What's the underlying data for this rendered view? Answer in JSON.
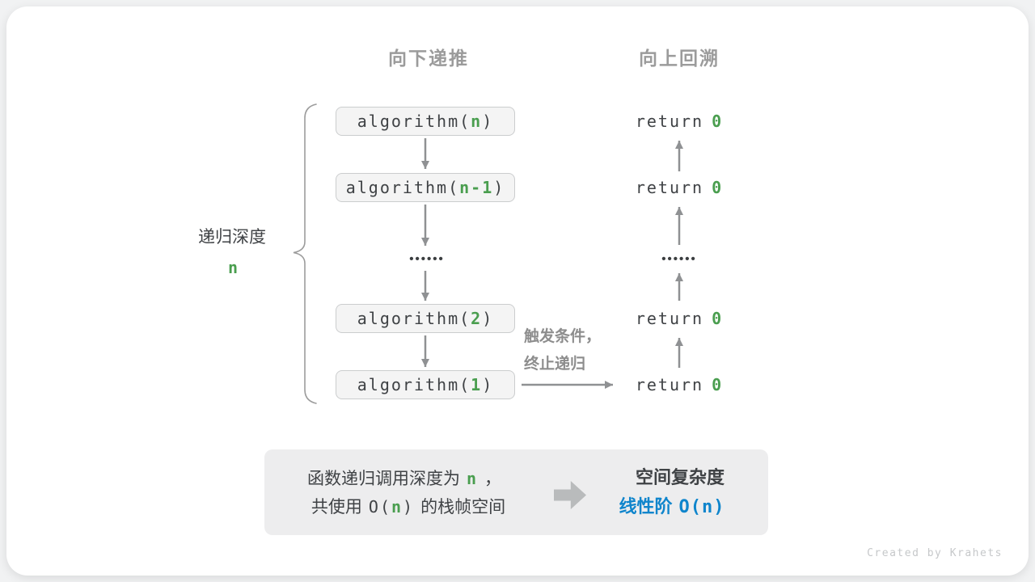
{
  "page": {
    "watermark": "Created by Krahets"
  },
  "colors": {
    "green_accent": "#4a9e4f",
    "blue_accent": "#0f85cc",
    "arrow_gray": "#8f9193",
    "header_gray": "#9b9b9b",
    "text_dark": "#3f4245",
    "box_fill": "#f4f4f4",
    "summary_fill": "#ededee"
  },
  "headers": {
    "downward": "向下递推",
    "upward": "向上回溯"
  },
  "depth_label": {
    "text": "递归深度",
    "value": "n"
  },
  "call_stack": {
    "ellipsis": "••••••",
    "boxes": [
      {
        "prefix": "algorithm(",
        "arg": "n",
        "suffix": ")"
      },
      {
        "prefix": "algorithm(",
        "arg": "n-1",
        "suffix": ")"
      },
      {
        "prefix": "algorithm(",
        "arg": "2",
        "suffix": ")"
      },
      {
        "prefix": "algorithm(",
        "arg": "1",
        "suffix": ")"
      }
    ]
  },
  "returns": {
    "ellipsis": "••••••",
    "items": [
      {
        "keyword": "return",
        "value": "0"
      },
      {
        "keyword": "return",
        "value": "0"
      },
      {
        "keyword": "return",
        "value": "0"
      },
      {
        "keyword": "return",
        "value": "0"
      }
    ]
  },
  "trigger_note": {
    "line1": "触发条件，",
    "line2": "终止递归"
  },
  "summary": {
    "line1": {
      "pre": "函数递归调用深度为",
      "var": "n",
      "post": "，"
    },
    "line2": {
      "pre": "共使用",
      "o_open": "O(",
      "var": "n",
      "o_close": ")",
      "post": "的栈帧空间"
    },
    "right_title": "空间复杂度",
    "right_label": "线性阶",
    "right_value": "O(n)"
  }
}
